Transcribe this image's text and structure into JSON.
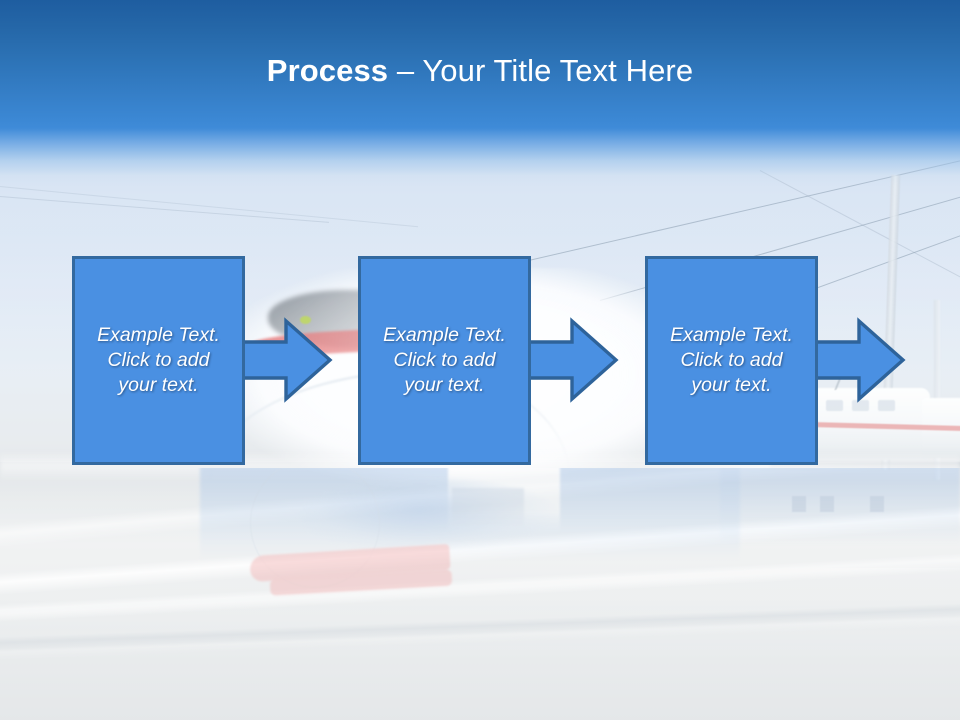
{
  "slide": {
    "title_bold": "Process",
    "title_separator": " – ",
    "title_light": "Your Title Text Here",
    "title_full": "Process – Your Title Text Here",
    "background_description": "high-speed train photo, faded with mirror reflection",
    "colors": {
      "header_gradient_top": "#1e5da0",
      "header_gradient_bottom": "#3f8bd8",
      "box_fill": "#4a90e2",
      "box_border": "#33699f",
      "arrow_fill": "#4a90e2",
      "arrow_border": "#2e639a",
      "text_color": "#ffffff",
      "sky": "#cbdcf1",
      "ground": "#e6eaec"
    }
  },
  "process": {
    "steps": [
      {
        "id": "step-1",
        "text": "Example Text.\nClick  to add\nyour text."
      },
      {
        "id": "step-2",
        "text": "Example Text.\nClick  to add\nyour text."
      },
      {
        "id": "step-3",
        "text": "Example Text.\nClick  to add\nyour text."
      }
    ],
    "arrows": [
      {
        "id": "arrow-1",
        "direction": "right"
      },
      {
        "id": "arrow-2",
        "direction": "right"
      },
      {
        "id": "arrow-3",
        "direction": "right"
      }
    ]
  }
}
